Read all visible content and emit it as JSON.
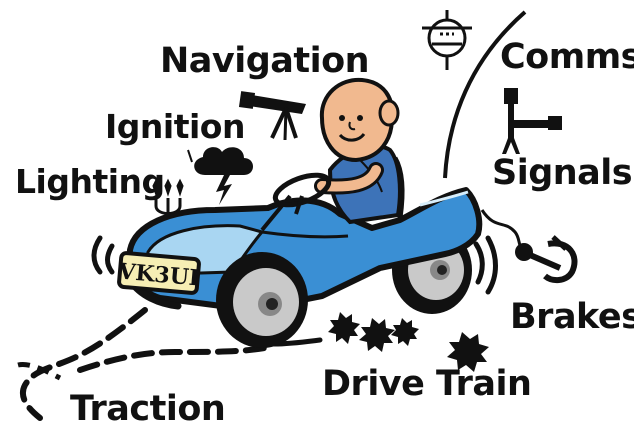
{
  "labels": {
    "navigation": "Navigation",
    "ignition": "Ignition",
    "lighting": "Lighting",
    "comms": "Comms",
    "signals": "Signals",
    "brakes": "Brakes",
    "drive_train": "Drive Train",
    "traction": "Traction"
  },
  "plate": {
    "text": "VK3UI"
  },
  "icons": {
    "navigation": "telescope-icon",
    "ignition": "storm-cloud-icon",
    "lighting": "candelabra-icon",
    "comms": "antenna-mast-icon",
    "signals": "semaphore-icon",
    "brakes": "anchor-icon",
    "drive_train": "gear-icon"
  },
  "colors": {
    "car_body": "#3a8fd4",
    "car_body_light": "#a9d6f2",
    "skin": "#f1b98f",
    "shirt": "#3d73b8",
    "plate": "#f6eeb4",
    "outline": "#111111"
  }
}
